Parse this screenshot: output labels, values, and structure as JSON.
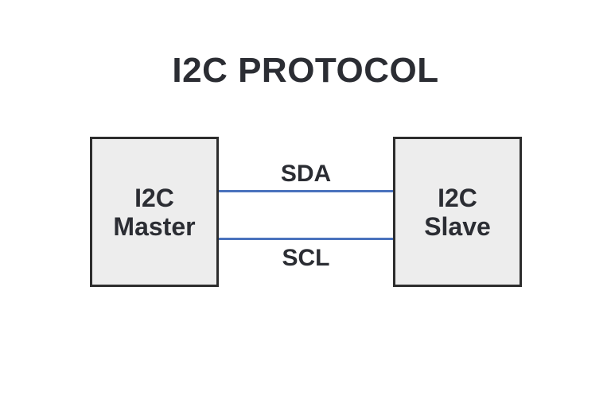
{
  "title": "I2C PROTOCOL",
  "colors": {
    "background": "#ffffff",
    "box_fill": "#ededed",
    "box_border": "#2d2d2d",
    "wire": "#4a72bd",
    "text": "#2b2d33"
  },
  "nodes": {
    "master": {
      "label": "I2C\nMaster"
    },
    "slave": {
      "label": "I2C\nSlave"
    }
  },
  "buses": [
    {
      "label": "SDA"
    },
    {
      "label": "SCL"
    }
  ]
}
